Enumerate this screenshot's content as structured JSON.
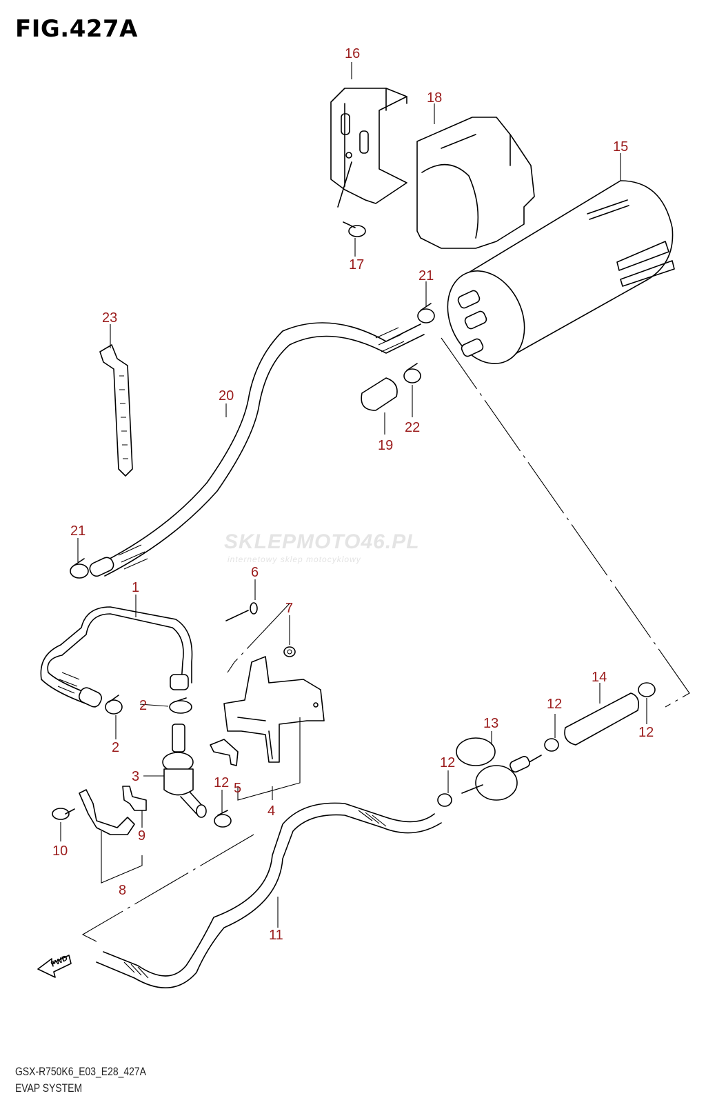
{
  "figure": {
    "title": "FIG.427A",
    "model_code": "GSX-R750K6_E03_E28_427A",
    "section_name": "EVAP SYSTEM"
  },
  "watermark": {
    "brand_part1": "SKLEPMOTO",
    "brand_part2": "46",
    "brand_part3": ".PL",
    "tagline": "internetowy sklep motocyklowy"
  },
  "fwd_label": "FWD",
  "callouts": [
    "16",
    "18",
    "15",
    "17",
    "21",
    "23",
    "20",
    "22",
    "19",
    "21",
    "6",
    "1",
    "7",
    "2",
    "2",
    "3",
    "12",
    "5",
    "4",
    "9",
    "10",
    "8",
    "14",
    "12",
    "12",
    "13",
    "12",
    "11"
  ],
  "colors": {
    "callout": "#9b1c1c",
    "line": "#000000",
    "watermark": "#e4e4e4"
  }
}
